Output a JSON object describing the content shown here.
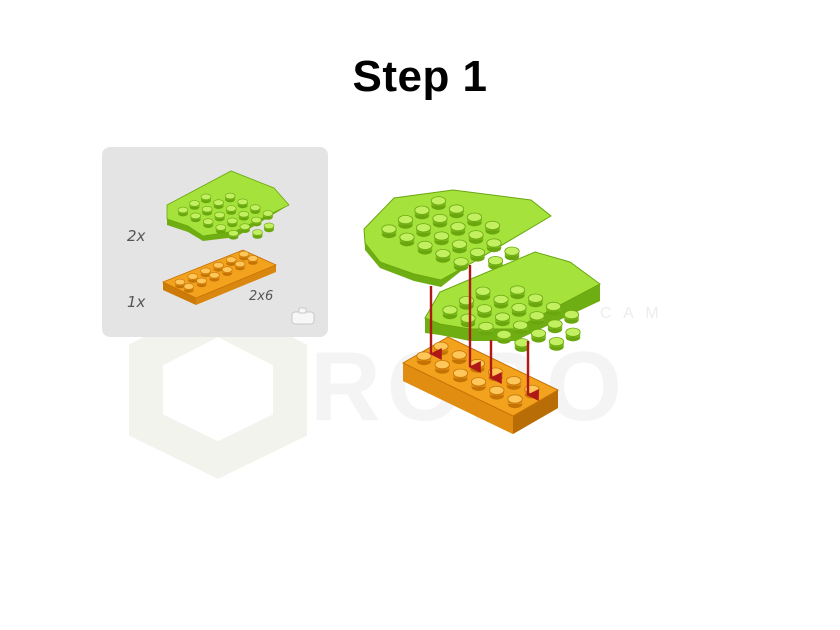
{
  "title": "Step 1",
  "parts_panel": {
    "items": [
      {
        "quantity": "2x",
        "part": "green-wedge-plate"
      },
      {
        "quantity": "1x",
        "part": "orange-plate",
        "size_label": "2x6"
      }
    ],
    "camera_icon": "camera-icon"
  },
  "watermark": {
    "text": "ROBO",
    "sub_text": "C A M"
  },
  "colors": {
    "panel_bg": "#e4e4e4",
    "lime_top": "#a6e23c",
    "lime_side": "#6fae12",
    "orange_top": "#f3a21e",
    "orange_side": "#cc7a08",
    "arrow": "#b01818",
    "watermark": "#f3f3f3"
  }
}
